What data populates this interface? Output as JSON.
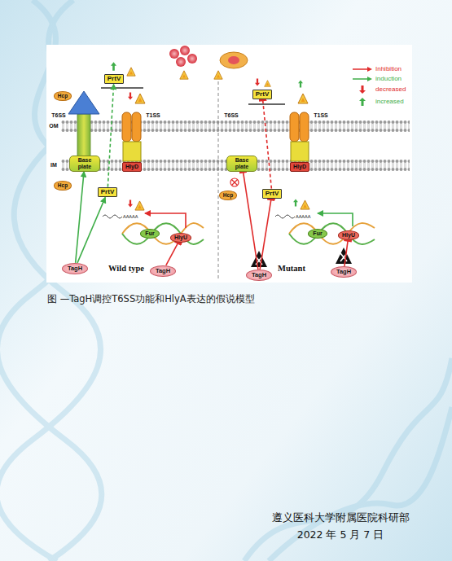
{
  "diagram": {
    "caption": "图 —TagH调控T6SS功能和HlyA表达的假说模型",
    "nodes": [
      {
        "text": [
          "Hcp"
        ]
      },
      {
        "text": [
          "PrtV"
        ]
      },
      {
        "text": [
          "Base plate"
        ]
      },
      {
        "text": [
          "HlyD"
        ]
      },
      {
        "text": [
          "Hcp"
        ]
      },
      {
        "text": [
          "PrtV"
        ]
      },
      {
        "text": [
          "Fur"
        ]
      },
      {
        "text": [
          "HlyU"
        ]
      },
      {
        "text": [
          "TagH"
        ]
      },
      {
        "text": [
          "TagH"
        ]
      },
      {
        "text": [
          "PrtV"
        ]
      },
      {
        "text": [
          "Base plate"
        ]
      },
      {
        "text": [
          "HlyD"
        ]
      },
      {
        "text": [
          "Hcp"
        ]
      },
      {
        "text": [
          "PrtV"
        ]
      },
      {
        "text": [
          "Fur"
        ]
      },
      {
        "text": [
          "HlyU"
        ]
      },
      {
        "text": [
          "TagH"
        ]
      },
      {
        "text": [
          "TagH"
        ]
      }
    ],
    "edges": [
      {
        "from": 8,
        "to": 2,
        "arrow": "to"
      },
      {
        "from": 8,
        "to": 5,
        "arrow": "to"
      },
      {
        "from": 5,
        "to": 1,
        "arrow": "to"
      },
      {
        "from": 9,
        "to": 7,
        "arrow": "to"
      },
      {
        "from": 17,
        "to": 11,
        "arrow": "to"
      },
      {
        "from": 17,
        "to": 14,
        "arrow": "to"
      },
      {
        "from": 14,
        "to": 10,
        "arrow": "to"
      },
      {
        "from": 18,
        "to": 16,
        "arrow": "to"
      }
    ],
    "labels": [
      "T6SS",
      "OM",
      "IM",
      "T1SS",
      "T6SS",
      "T1SS",
      "AAAAA",
      "AAAAA",
      "Wild type",
      "Mutant",
      "遵义医科大学附属医院科研部",
      "2022 年 5 月 7 日"
    ],
    "legend": [
      {
        "text": "Inhibition"
      },
      {
        "text": "induction"
      },
      {
        "text": "decreased"
      },
      {
        "text": "increased"
      }
    ]
  }
}
